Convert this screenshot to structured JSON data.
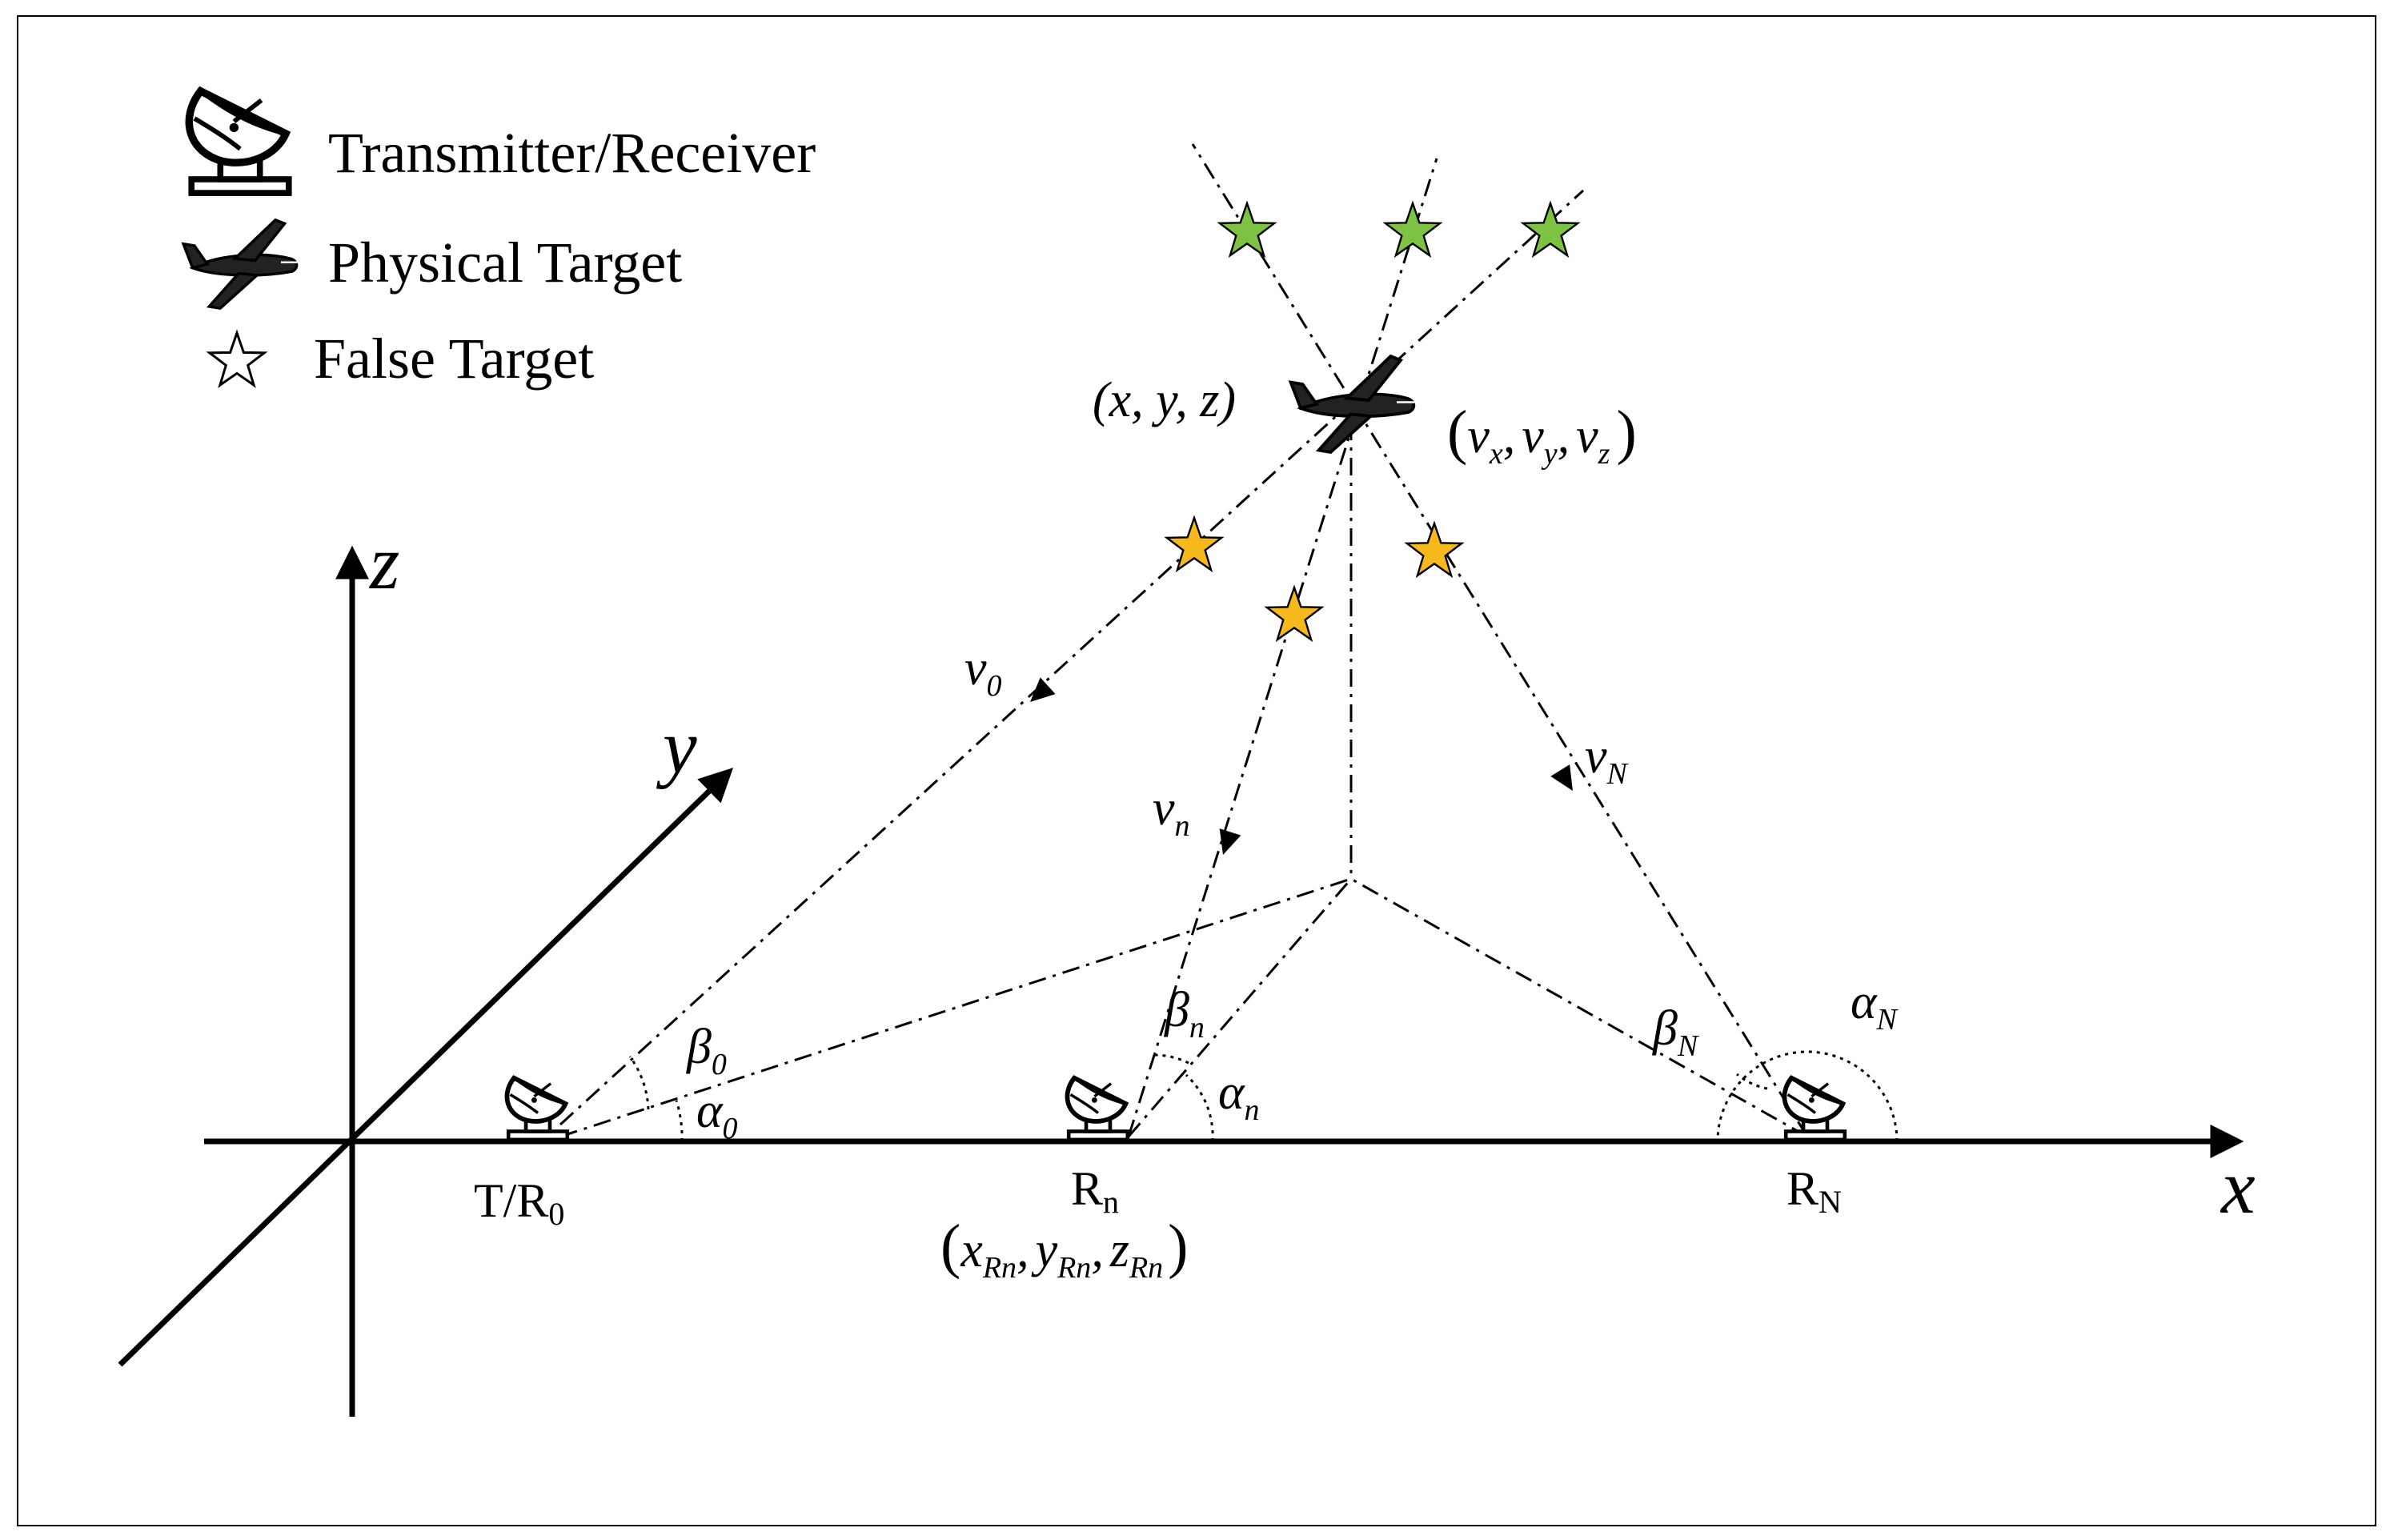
{
  "legend": {
    "transmitter_receiver": "Transmitter/Receiver",
    "physical_target": "Physical Target",
    "false_target": "False Target"
  },
  "axes": {
    "x": "x",
    "y": "y",
    "z": "z"
  },
  "target": {
    "position": "(x, y, z)",
    "velocity_open": "(",
    "velocity_v1": "v",
    "velocity_s1": "x",
    "velocity_v2": "v",
    "velocity_s2": "y",
    "velocity_v3": "v",
    "velocity_s3": "z",
    "velocity_close": ")",
    "comma": ","
  },
  "vectors": {
    "v0": "v",
    "v0_sub": "0",
    "vn": "v",
    "vn_sub": "n",
    "vN": "v",
    "vN_sub": "N"
  },
  "angles": {
    "beta0": "β",
    "beta0_sub": "0",
    "alpha0": "α",
    "alpha0_sub": "0",
    "betan": "β",
    "betan_sub": "n",
    "alphan": "α",
    "alphan_sub": "n",
    "betaN": "β",
    "betaN_sub": "N",
    "alphaN": "α",
    "alphaN_sub": "N"
  },
  "stations": {
    "tr0": "T/R",
    "tr0_sub": "0",
    "rn": "R",
    "rn_sub": "n",
    "rN": "R",
    "rN_sub": "N",
    "rn_coord_open": "(",
    "rn_x": "x",
    "rn_x_sub": "Rn",
    "rn_y": "y",
    "rn_y_sub": "Rn",
    "rn_z": "z",
    "rn_z_sub": "Rn",
    "rn_coord_close": ")",
    "comma": ","
  },
  "colors": {
    "false_target_far": "#7dc243",
    "false_target_near": "#f6b81a",
    "stroke": "#000000"
  }
}
